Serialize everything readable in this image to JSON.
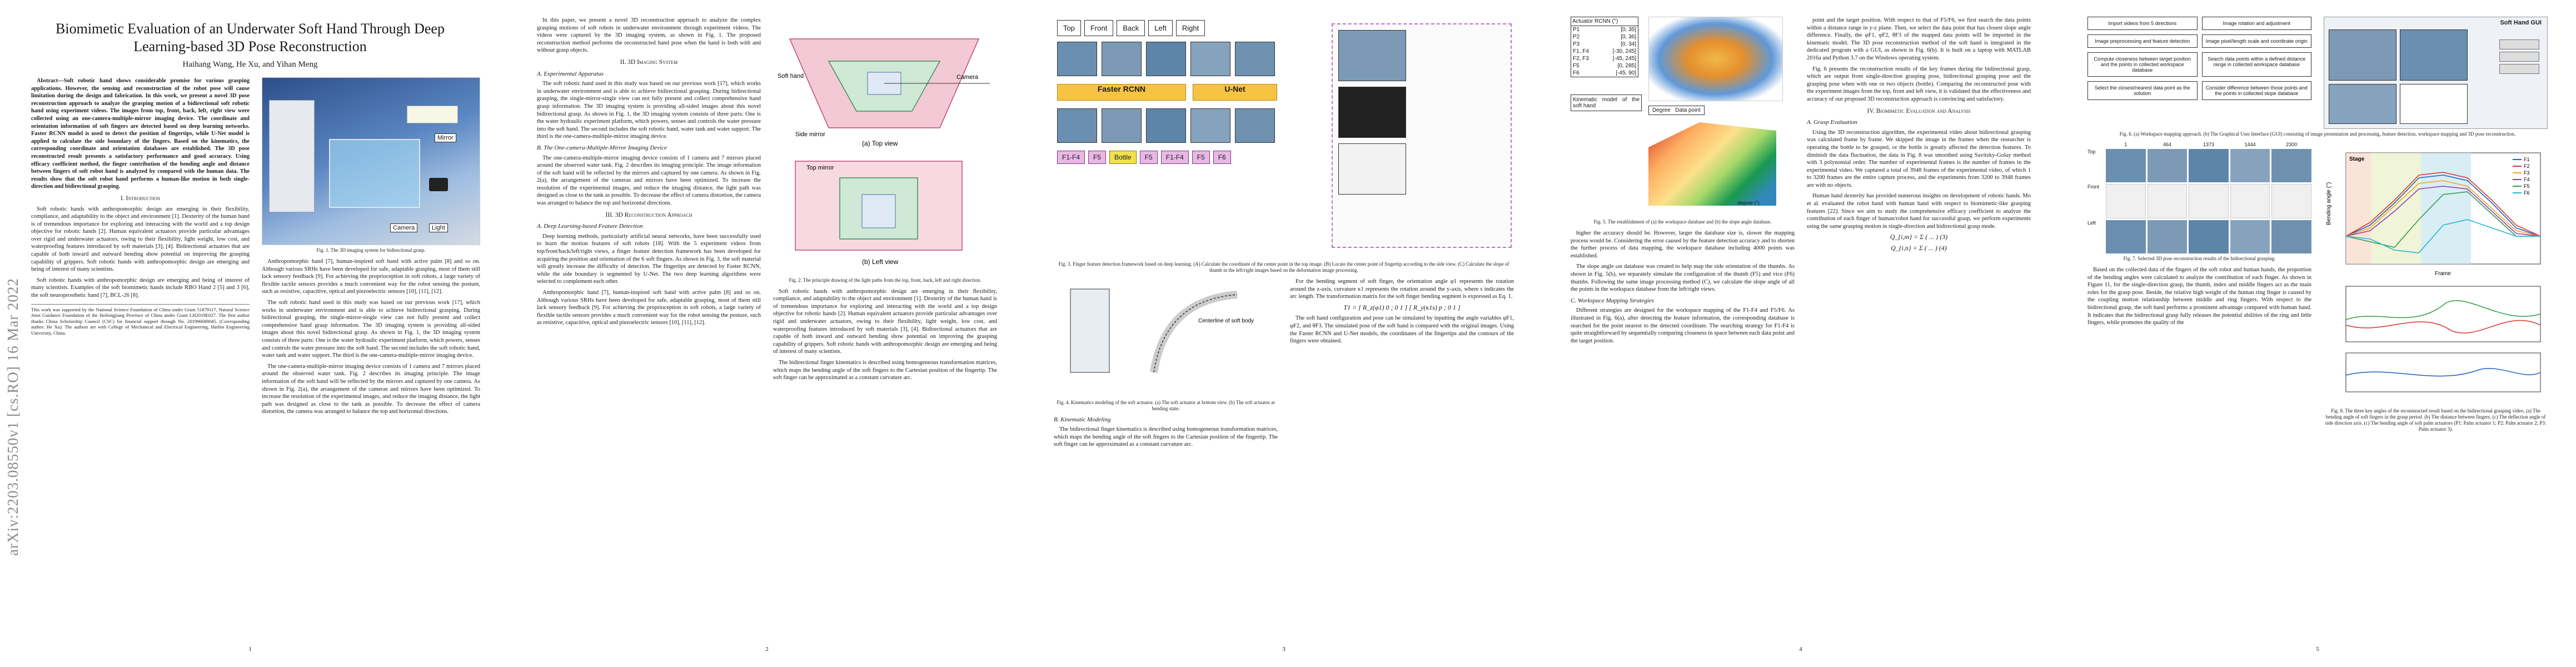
{
  "arxiv_id": "arXiv:2203.08550v1  [cs.RO]  16 Mar 2022",
  "page1": {
    "title": "Biomimetic Evaluation of an Underwater Soft Hand Through Deep Learning-based 3D Pose Reconstruction",
    "authors": "Haihang Wang, He Xu, and Yihan Meng",
    "abstract": "Abstract—Soft robotic hand shows considerable promise for various grasping applications. However, the sensing and reconstruction of the robot pose will cause limitation during the design and fabrication. In this work, we present a novel 3D pose reconstruction approach to analyze the grasping motion of a bidirectional soft robotic hand using experiment videos. The images from top, front, back, left, right view were collected using an one-camera-multiple-mirror imaging device. The coordinate and orientation information of soft fingers are detected based on deep learning networks. Faster RCNN model is used to detect the position of fingertips, while U-Net model is applied to calculate the side boundary of the fingers. Based on the kinematics, the corresponding coordinate and orientation databases are established. The 3D pose reconstructed result presents a satisfactory performance and good accuracy. Using efficacy coefficient method, the finger contribution of the bending angle and distance between fingers of soft robot hand is analyzed by compared with the human data. The results show that the soft robot hand performs a human-like motion in both single-direction and bidirectional grasping.",
    "sec1": "I. Introduction",
    "intro_p1": "Soft robotic hands with anthropomorphic design are emerging in their flexibility, compliance, and adaptability to the object and environment [1]. Dexterity of the human hand is of tremendous importance for exploring and interacting with the world and a top design objective for robotic hands [2]. Human equivalent actuators provide particular advantages over rigid and underwater actuators, owing to their flexibility, light weight, low cost, and waterproofing features introduced by soft materials [3], [4]. Bidirectional actuators that are capable of both inward and outward bending show potential on improving the grasping capability of grippers. Soft robotic hands with anthropomorphic design are emerging and being of interest of many scientists.",
    "intro_p2": "Soft robotic hands with anthropomorphic design are emerging and being of interest of many scientists. Examples of the soft biomimetic hands include RBO Hand 2 [5] and 3 [6], the soft neuroprosthetic hand [7], BCL-26 [8].",
    "fig1_cap": "Fig. 1.  The 3D imaging system for bidirectional grasp.",
    "fig1_labels": {
      "mirror": "Mirror",
      "camera": "Camera",
      "light": "Light"
    },
    "footnote": "This work was supported by the National Science Foundation of China under Grant 51879117, Natural Science Joint Guidance Foundation of the Heilongjiang Province of China under Grant LH2019E027. The first author thanks China Scholarship Council (CSC) for financial support through No. 201906680045. (Corresponding author: He Xu). The authors are with College of Mechanical and Electrical Engineering, Harbin Engineering University, China.",
    "page_num": "1"
  },
  "page2": {
    "p1": "In this paper, we present a novel 3D reconstruction approach to analyze the complex grasping motions of soft robots in underwater environment through experiment videos. The videos were captured by the 3D imaging system, as shown in Fig. 1. The proposed reconstruction method performs the reconstructed hand pose when the hand is both with and without grasp objects.",
    "sec2": "II. 3D Imaging System",
    "sub_a": "A. Experimental Apparatus",
    "p2": "The soft robotic hand used in this study was based on our previous work [17], which works in underwater environment and is able to achieve bidirectional grasping. During bidirectional grasping, the single-mirror-single view can not fully present and collect comprehensive hand grasp information. The 3D imaging system is providing all-sided images about this novel bidirectional grasp. As shown in Fig. 1, the 3D imaging system consists of three parts: One is the water hydraulic experiment platform, which powers, senses and controls the water pressure into the soft hand. The second includes the soft robotic hand, water tank and water support. The third is the one-camera-multiple-mirror imaging device.",
    "sub_b": "B. The One-camera-Multiple-Mirror Imaging Device",
    "p3": "The one-camera-multiple-mirror imaging device consists of 1 camera and 7 mirrors placed around the observed water tank. Fig. 2 describes its imaging principle. The image information of the soft hand will be reflected by the mirrors and captured by one camera. As shown in Fig. 2(a), the arrangement of the cameras and mirrors have been optimized. To increase the resolution of the experimental images, and reduce the imaging distance, the light path was designed as close to the tank as possible. To decrease the effect of camera distortion, the camera was arranged to balance the top and horizontal directions.",
    "sec3": "III. 3D Reconstruction Approach",
    "sub_c": "A. Deep Learning-based Feature Detection",
    "p4": "Deep learning methods, particularly artificial neural networks, have been successfully used to learn the motion features of soft robots [18]. With the 5 experiment videos from top/front/back/left/right views, a finger feature detection framework has been developed for acquiring the position and orientation of the 6 soft fingers. As shown in Fig. 3, the soft material will greatly increase the difficulty of detection. The fingertips are detected by Faster RCNN, while the side boundary is segmented by U-Net. The two deep learning algorithms were selected to complement each other.",
    "fig2_cap": "Fig. 2.  The principle drawing of the light paths from the top, front, back, left and right direction.",
    "fig2_labels": {
      "soft_hand": "Soft hand",
      "side_mirror": "Side mirror",
      "camera": "Camera",
      "top_mirror": "Top mirror",
      "top_view": "(a) Top view",
      "left_view": "(b) Left view"
    },
    "col2_p": "Anthropomorphic hand [7], human-inspired soft hand with active palm [8] and so on. Although various SRHs have been developed for safe, adaptable grasping, most of them still lack sensory feedback [9]. For achieving the proprioception in soft robots, a large variety of flexible tactile sensors provides a much convenient way for the robot sensing the posture, such as resistive, capacitive, optical and piezoelectric sensors [10], [11], [12].",
    "page_num": "2"
  },
  "page3": {
    "views": [
      "Top",
      "Front",
      "Back",
      "Left",
      "Right"
    ],
    "net1": "Faster RCNN",
    "net2": "U-Net",
    "fingers": [
      "F1-F4",
      "F5",
      "Bottle",
      "F5",
      "F1-F4",
      "F5",
      "F6"
    ],
    "fig3_cap": "Fig. 3.  Finger feature detection framework based on deep learning. (A) Calculate the coordinate of the center point in the top image. (B) Locate the center point of fingertip according to the side view. (C) Calculate the slope of thumb in the left/right images based on the deformation image processing.",
    "fig4_cap": "Fig. 4.  Kinematics modeling of the soft actuator. (a) The soft actuator at bottom view. (b) The soft actuator at bending state.",
    "fig4_label": "Centerline of soft body",
    "sub_b": "B. Kinematic Modeling",
    "p1": "The bidirectional finger kinematics is described using homogeneous transformation matrices, which maps the bending angle of the soft fingers to the Cartesian position of the fingertip. The soft finger can be approximated as a constant curvature arc.",
    "p2": "For the bending segment of soft finger, the orientation angle φ1 represents the rotation around the z-axis, curvature κ1 represents the rotation around the y-axis, where s indicates the arc length. The transformation matrix for the soft finger bending segment is expressed as Eq. 1.",
    "eq1": "T1 = [ R_z(φ1)  0 ; 0  1 ] [ R_y(κ1s)  p ; 0  1 ]",
    "p3": "The soft hand configuration and pose can be simulated by inputting the angle variables φF1, φF2, and θF3. The simulated pose of the soft hand is compared with the original images. Using the Faster RCNN and U-Net models, the coordinates of the fingertips and the contours of the fingers were obtained.",
    "page_num": "3"
  },
  "page4": {
    "table_title": "Actuator  RCNN (°)",
    "table_rows": [
      [
        "P1",
        "[0, 35]"
      ],
      [
        "P2",
        "[0, 36]"
      ],
      [
        "P3",
        "[0, 34]"
      ],
      [
        "F1, F4",
        "[-30, 245]"
      ],
      [
        "F2, F3",
        "[-45, 245]"
      ],
      [
        "F5",
        "[0, 285]"
      ],
      [
        "F6",
        "[-45, 90]"
      ]
    ],
    "kin_label": "Kinematic model of the soft hand",
    "legend_degree": "Degree",
    "legend_point": "Data point",
    "cb_label": "degree (°)",
    "fig5_cap": "Fig. 5.  The establishment of (a) the workspace database and (b) the slope angle database.",
    "p1": "higher the accuracy should be. However, larger the database size is, slower the mapping process would be. Considering the error caused by the feature detection accuracy and to shorten the further process of data mapping, the workspace database including 4000 points was established.",
    "p2": "The slope angle ωn database was created to help map the side orientation of the thumbs. As shown in Fig. 5(b), we separately simulate the configuration of the thumb (F5) and vice (F6) thumbs. Following the same image processing method (C), we calculate the slope angle of all the points in the workspace database from the left/right views.",
    "sub_c": "C. Workspace Mapping Strategies",
    "p3": "Different strategies are designed for the workspace mapping of the F1-F4 and F5/F6. As illustrated in Fig. 6(a), after detecting the feature information, the corresponding database is searched for the point nearest to the detected coordinate. The searching strategy for F1-F4 is quite straightforward by sequentially comparing closeness in space between each data point and the target position.",
    "col2_p1": "point and the target position. With respect to that of F5/F6, we first search the data points within a distance range in y-z plane. Then, we select the data point that has closest slope angle difference. Finally, the φF1, φF2, θF3 of the mapped data points will be imported in the kinematic model. The 3D pose reconstruction method of the soft hand is integrated in the dedicated program with a GUI, as shown in Fig. 6(b). It is built on a laptop with MATLAB 2016a and Python 3.7 on the Windows operating system.",
    "col2_p2": "Fig. 6 presents the reconstruction results of the key frames during the bidirectional grasp, which are output from single-direction grasping pose, bidirectional grasping pose and the grasping pose when with one or two objects (bottle). Comparing the reconstructed pose with the experiment images from the top, front and left view, it is validated that the effectiveness and accuracy of our proposed 3D reconstruction approach is convincing and satisfactory.",
    "sec4": "IV. Biomimetic Evaluation and Analysis",
    "sub_a": "A. Grasp Evaluation",
    "col2_p3": "Using the 3D reconstruction algorithm, the experimental video about bidirectional grasping was calculated frame by frame. We skipped the image in the frames when the researcher is operating the bottle to be grasped, or the bottle is greatly affected the detection features. To diminish the data fluctuation, the data in Fig. 8 was smoothed using Savitzky-Golay method with 3 polynomial order. The number of experimental frames is the number of frames in the experimental video. We captured a total of 3948 frames of the experimental video, of which 1 to 3200 frames are the entire capture process, and the experiments from 3200 to 3948 frames are with no objects.",
    "col2_p4": "Human hand dexterity has provided numerous insights on development of robotic hands. Mo et al. evaluated the robot hand with human hand with respect to biomimetic-like grasping features [22]. Since we aim to study the comprehensive efficacy coefficient to analyze the contribution of each finger of human/robot hand for successful grasp, we perform experiments using the same grasping motion in single-direction and bidirectional grasp mode.",
    "eq2": "Q_{i,m} = Σ ( ... )  (3)",
    "eq3": "Q_{i,n} = Σ ( ... )  (4)",
    "page_num": "4"
  },
  "page5": {
    "flow_boxes": [
      "Import videos from 5 directions",
      "Image rotation and adjustment",
      "Image preprocessing and feature detection",
      "Image pixel/length scale and coordinate origin",
      "Compute closeness between target position and the points in collected workspace database",
      "Search data points within a defined distance range in collected workspace database",
      "Select the closest/nearest data point as the solution",
      "Consider difference between those points and the points in collected slope database"
    ],
    "gui_title": "Soft Hand GUI",
    "fig6_cap": "Fig. 6.  (a) Workspace mapping approach. (b) The Graphical User Interface (GUI) consisting of image presentation and processing, feature detection, workspace mapping and 3D pose reconstruction.",
    "frame_labels": [
      "1",
      "464",
      "1373",
      "1444",
      "2300"
    ],
    "row_labels": [
      "Top",
      "Front",
      "Left"
    ],
    "fig7_cap": "Fig. 7.  Selected 3D pose reconstruction results of the bidirectional grasping.",
    "stage_label": "Stage",
    "chart_legend": [
      "F1",
      "F2",
      "F3",
      "F4",
      "F5",
      "F6"
    ],
    "fig8_cap": "Fig. 8.  The three key angles of the reconstructed result based on the bidirectional grasping video. (a) The bending angle of soft fingers in the grasp period. (b) The distance between fingers. (c) The deflection angle of side direction axis. (c) The bending angle of soft palm actuators (P1: Palm actuator 1; P2: Palm actuator 2; P3: Palm actuator 3).",
    "p1": "Based on the collected data of the fingers of the soft robot and human hands, the proportion of the bending angles were calculated to analyze the contribution of each finger. As shown in Figure 11, for the single-direction grasp, the thumb, index and middle fingers act as the main roles for the grasp pose. Beside, the relative high weight of the human ring finger is caused by the coupling motion relationship between middle and ring fingers. With respect to the bidirectional grasp, the soft hand performs a prominent advantage compared with human hand. It indicates that the bidirectional grasp fully releases the potential abilities of the ring and little fingers, while promotes the quality of the",
    "page_num": "5"
  },
  "chart_data": {
    "type": "line",
    "xlabel": "Frame",
    "ylabel": "Bending angle (°)",
    "x": [
      0,
      500,
      1000,
      1500,
      2000,
      2500,
      3000,
      3500,
      4000
    ],
    "xlim": [
      0,
      4000
    ],
    "ylim": [
      -100,
      300
    ],
    "series": [
      {
        "name": "F1",
        "values": [
          0,
          40,
          120,
          210,
          220,
          200,
          120,
          30,
          0
        ]
      },
      {
        "name": "F2",
        "values": [
          0,
          50,
          130,
          220,
          230,
          210,
          130,
          40,
          0
        ]
      },
      {
        "name": "F3",
        "values": [
          0,
          30,
          110,
          190,
          200,
          180,
          100,
          20,
          0
        ]
      },
      {
        "name": "F4",
        "values": [
          0,
          20,
          90,
          170,
          180,
          170,
          90,
          10,
          0
        ]
      },
      {
        "name": "F5",
        "values": [
          0,
          -20,
          -40,
          60,
          150,
          160,
          80,
          0,
          0
        ]
      },
      {
        "name": "F6",
        "values": [
          0,
          -10,
          -50,
          -60,
          40,
          60,
          30,
          0,
          0
        ]
      }
    ],
    "colors": [
      "#1f5fbf",
      "#d9372b",
      "#f2a41c",
      "#8a3fb0",
      "#2e9e4a",
      "#22b8d6"
    ]
  }
}
